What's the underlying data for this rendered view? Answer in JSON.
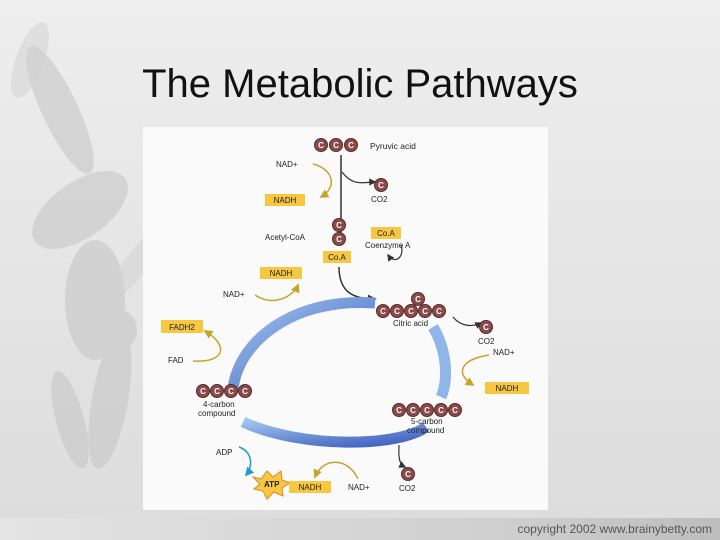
{
  "slide": {
    "title": "The Metabolic Pathways",
    "copyright": "copyright 2002 www.brainybetty.com"
  },
  "diagram": {
    "carbon": "C",
    "pyruvic_acid": "Pyruvic acid",
    "nad_plus_1": "NAD+",
    "nadh_1": "NADH",
    "co2_1": "CO2",
    "acetyl_coa": "Acetyl-CoA",
    "coa_box": "Co.A",
    "coenzyme_a": "Coenzyme A",
    "coa_box_2": "Co.A",
    "nadh_2": "NADH",
    "nad_plus_2": "NAD+",
    "citric_acid": "Citric acid",
    "fadh2": "FADH2",
    "fad": "FAD",
    "co2_2": "CO2",
    "nad_plus_3": "NAD+",
    "nadh_3": "NADH",
    "four_carbon_1": "4-carbon",
    "four_carbon_2": "compound",
    "five_carbon_1": "5-carbon",
    "five_carbon_2": "compound",
    "adp": "ADP",
    "atp": "ATP",
    "nadh_4": "NADH",
    "nad_plus_4": "NAD+",
    "co2_3": "CO2"
  }
}
